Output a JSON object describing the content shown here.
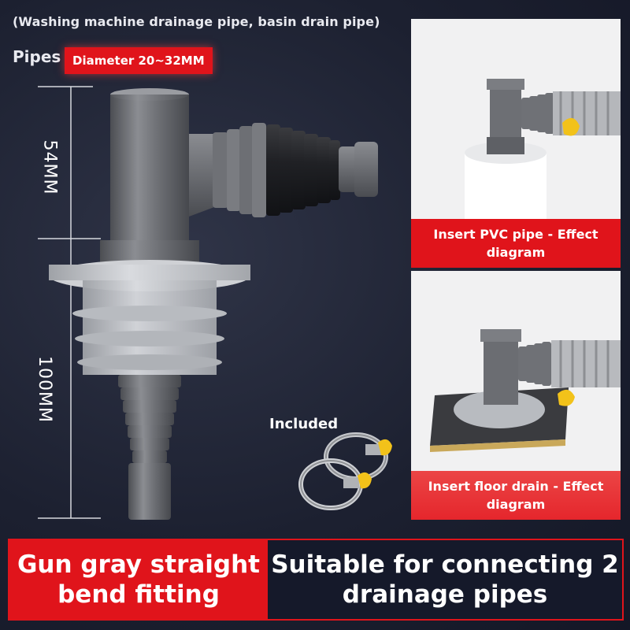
{
  "header": {
    "subtitle": "(Washing machine drainage pipe, basin drain pipe)",
    "pipes_label": "Pipes",
    "diameter_badge": "Diameter 20~32MM"
  },
  "dimensions": {
    "upper": "54MM",
    "lower": "100MM"
  },
  "accessories": {
    "included_label": "Included"
  },
  "panels": [
    {
      "caption": "Insert PVC pipe - Effect diagram"
    },
    {
      "caption": "Insert floor drain - Effect diagram"
    }
  ],
  "footer": {
    "left_text": "Gun gray straight bend fitting",
    "right_text": "Suitable for connecting 2 drainage pipes"
  },
  "colors": {
    "accent_red": "#e0141b",
    "background_navy": "#1c2030",
    "fitting_gray": "#6e7075",
    "seal_light_gray": "#c9cbcf",
    "clamp_yellow": "#f2c21a"
  }
}
